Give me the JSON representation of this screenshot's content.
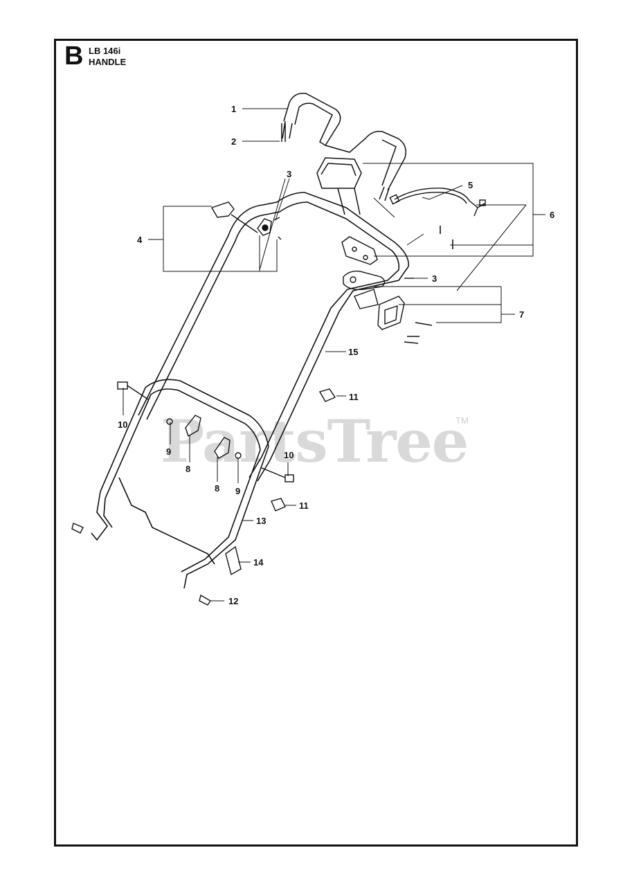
{
  "header": {
    "section_letter": "B",
    "model": "LB 146i",
    "title": "HANDLE"
  },
  "watermark": {
    "text": "PartsTree",
    "trademark": "TM"
  },
  "callouts": {
    "c1": "1",
    "c2": "2",
    "c3a": "3",
    "c3b": "3",
    "c4": "4",
    "c5": "5",
    "c6": "6",
    "c7": "7",
    "c8a": "8",
    "c8b": "8",
    "c9a": "9",
    "c9b": "9",
    "c10a": "10",
    "c10b": "10",
    "c11a": "11",
    "c11b": "11",
    "c12": "12",
    "c13": "13",
    "c14": "14",
    "c15": "15"
  },
  "colors": {
    "ink": "#111111",
    "watermark": "#d9d9d9"
  }
}
